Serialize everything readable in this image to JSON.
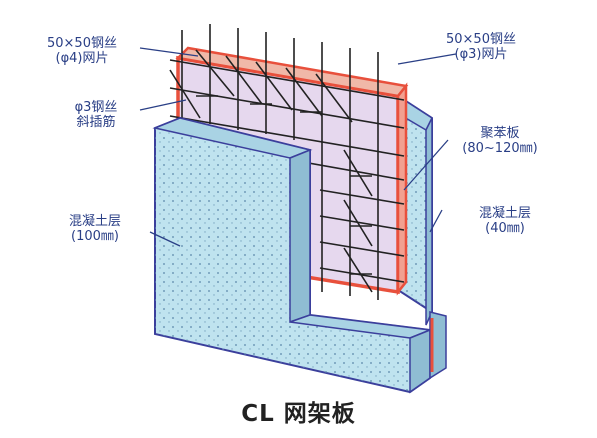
{
  "colors": {
    "concrete_fill": "#bfe3ef",
    "concrete_edge": "#3b3f9c",
    "foam_fill": "#e6d8ee",
    "foam_edge": "#e8503c",
    "wire": "#222222",
    "label": "#2a3f86"
  },
  "labels": {
    "mesh_left": {
      "line1": "50×50钢丝",
      "line2": "(φ4)网片"
    },
    "mesh_right": {
      "line1": "50×50钢丝",
      "line2": "(φ3)网片"
    },
    "diag_wire": {
      "line1": "φ3钢丝",
      "line2": "斜插筋"
    },
    "foam": {
      "line1": "聚苯板",
      "line2": "(80~120㎜)"
    },
    "concrete_left": {
      "line1": "混凝土层",
      "line2": "(100㎜)"
    },
    "concrete_right": {
      "line1": "混凝土层",
      "line2": "(40㎜)"
    }
  },
  "caption": "CL 网架板"
}
